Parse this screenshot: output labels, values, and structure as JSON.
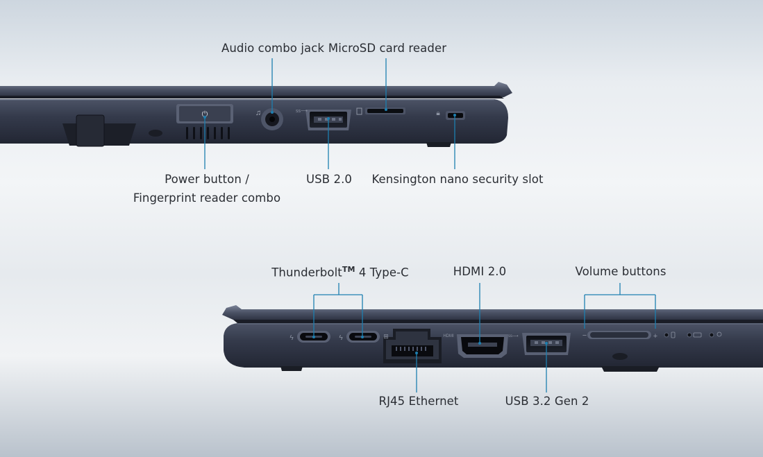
{
  "labels": {
    "audio_combo_jack": "Audio combo jack",
    "microsd_card_reader": "MicroSD card reader",
    "power_button_line1": "Power button /",
    "power_button_line2": "Fingerprint reader combo",
    "usb_2_0": "USB 2.0",
    "kensington_slot": "Kensington nano security slot",
    "thunderbolt": "Thunderbolt",
    "thunderbolt_tm": "TM",
    "thunderbolt_suffix": " 4 Type-C",
    "hdmi": "HDMI 2.0",
    "volume_buttons": "Volume buttons",
    "rj45": "RJ45 Ethernet",
    "usb_3_2": "USB 3.2 Gen 2"
  },
  "port_markings": {
    "hdmi_mark": "HDMI",
    "minus": "−",
    "plus": "+"
  },
  "colors": {
    "chassis": "#2c3140",
    "chassis_edge": "#5c6478",
    "callout_line": "#1d7fb0"
  }
}
